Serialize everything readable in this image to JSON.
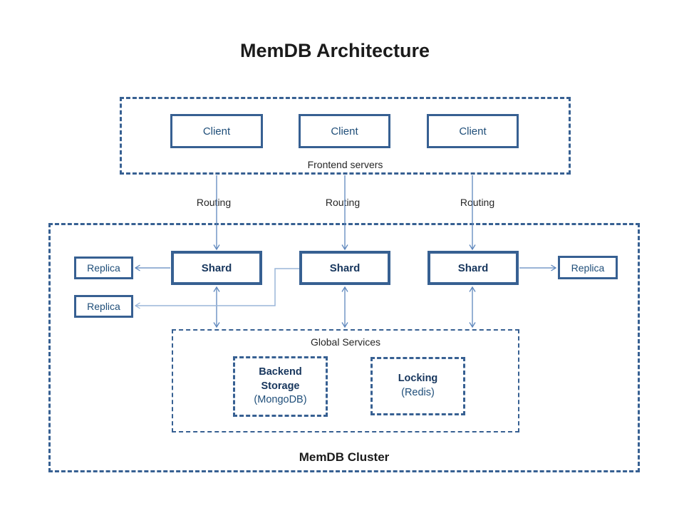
{
  "title": "MemDB Architecture",
  "frontend": {
    "label": "Frontend servers",
    "clients": [
      {
        "label": "Client"
      },
      {
        "label": "Client"
      },
      {
        "label": "Client"
      }
    ]
  },
  "routing_labels": [
    "Routing",
    "Routing",
    "Routing"
  ],
  "cluster": {
    "label": "MemDB Cluster",
    "shards": [
      {
        "label": "Shard"
      },
      {
        "label": "Shard"
      },
      {
        "label": "Shard"
      }
    ],
    "replicas": [
      {
        "label": "Replica"
      },
      {
        "label": "Replica"
      },
      {
        "label": "Replica"
      }
    ],
    "global_services": {
      "label": "Global Services",
      "services": [
        {
          "title": "Backend Storage",
          "subtitle": "(MongoDB)"
        },
        {
          "title": "Locking",
          "subtitle": "(Redis)"
        }
      ]
    }
  },
  "colors": {
    "box_border": "#376092",
    "text_navy": "#17365D",
    "text_blue": "#1F4E79",
    "text_black": "#1b1b1b",
    "arrow": "#5e87bd",
    "arrow_light": "#9ab5d9"
  }
}
